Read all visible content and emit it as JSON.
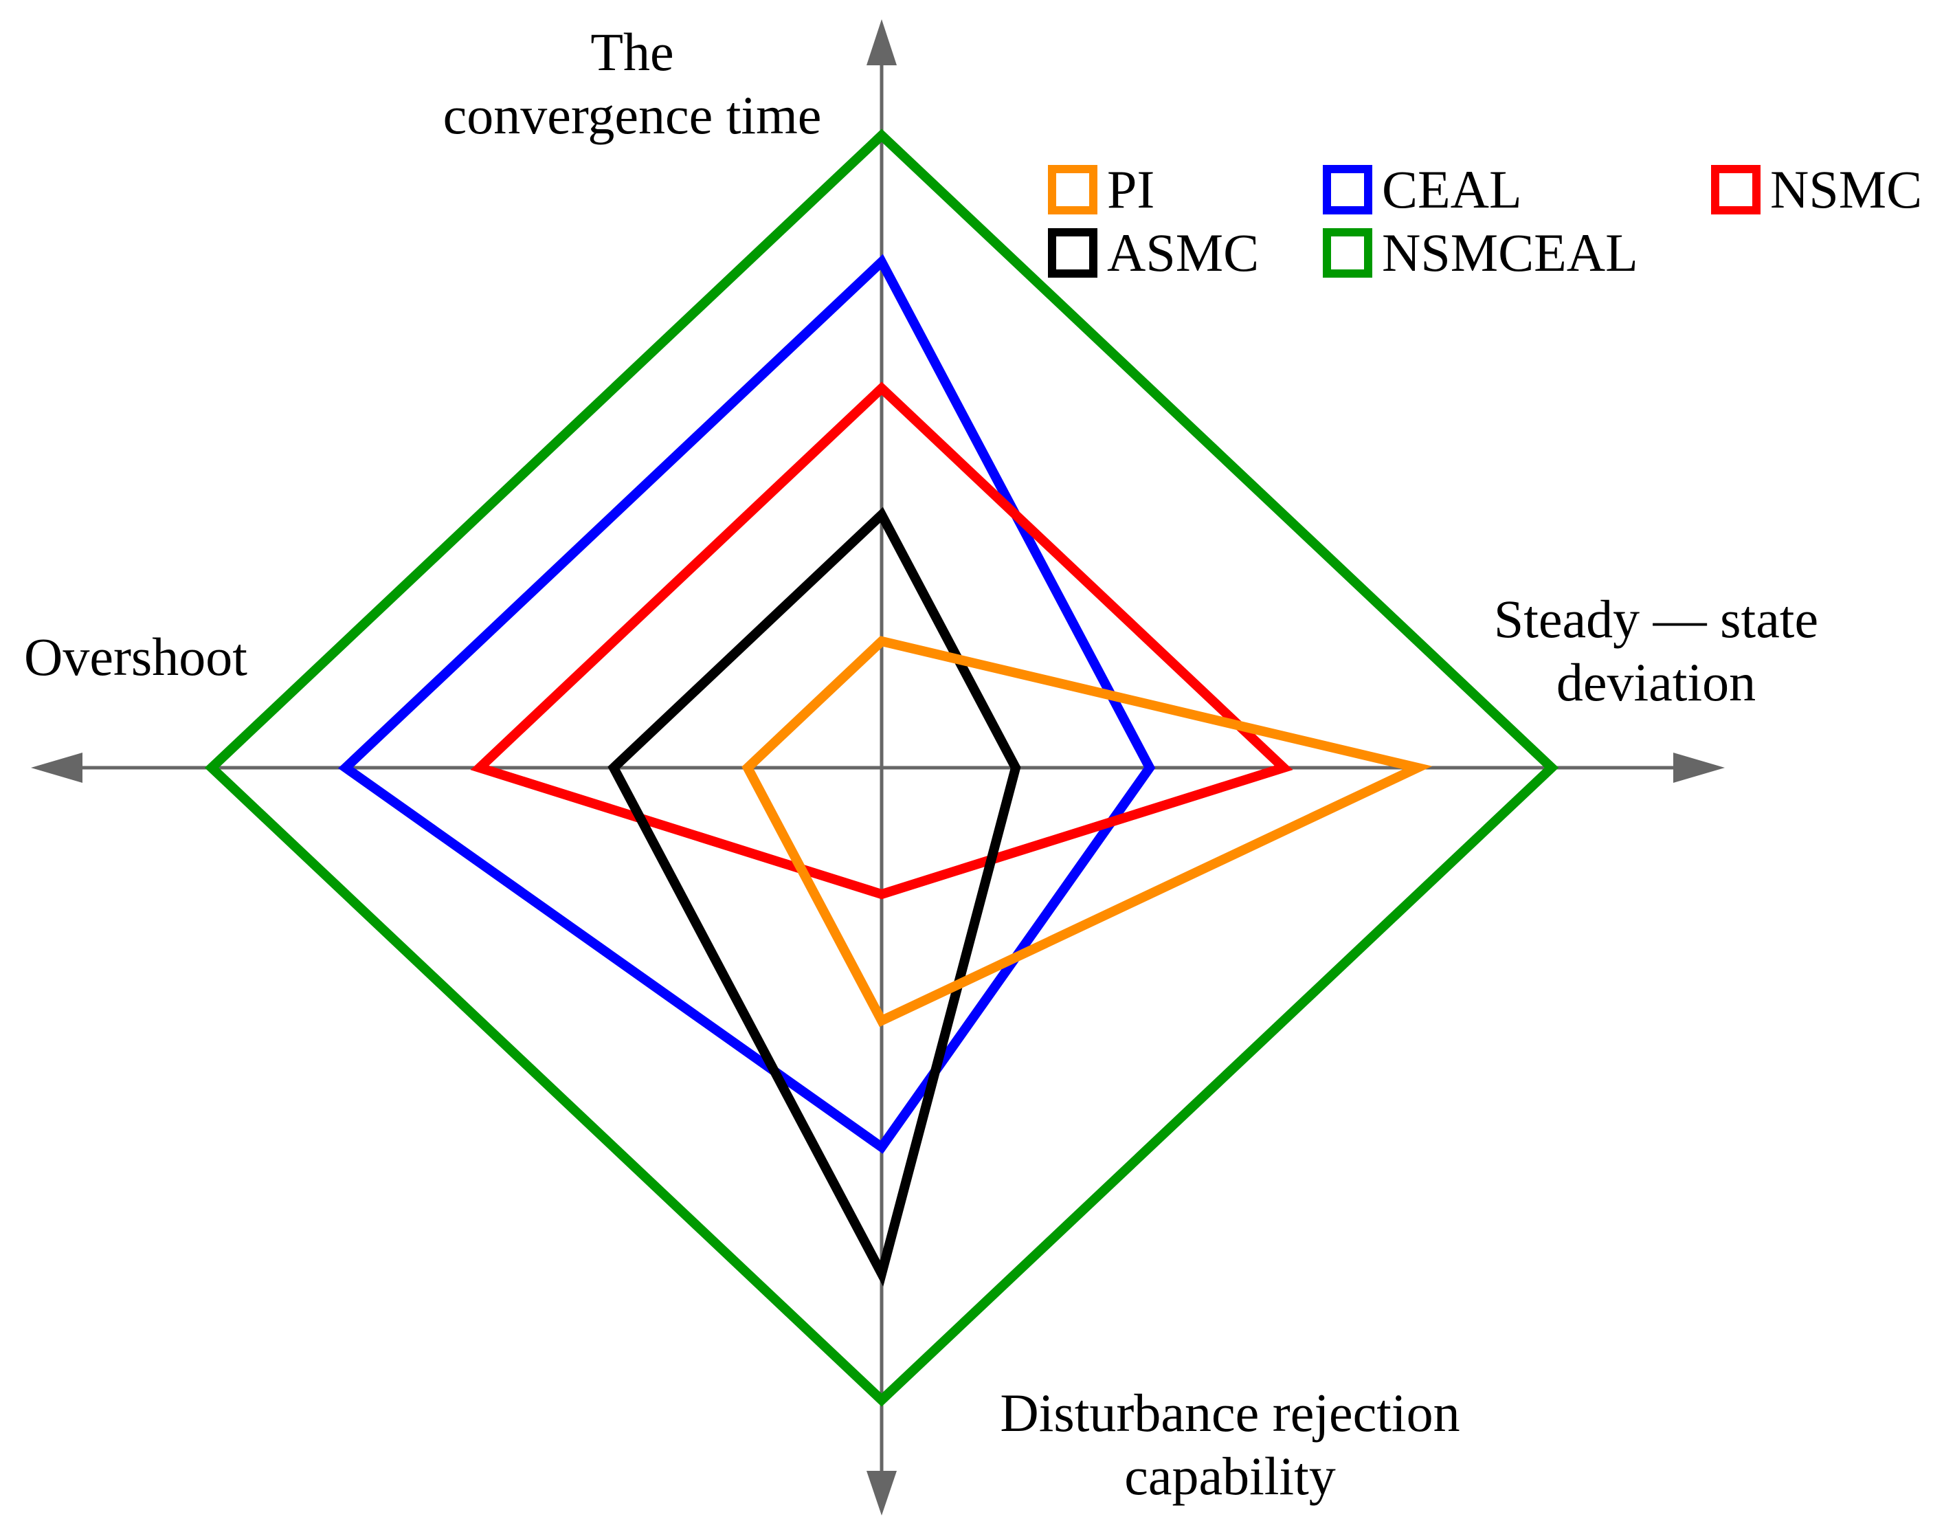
{
  "chart_data": {
    "type": "radar",
    "axes": [
      {
        "key": "convergence",
        "label_lines": [
          "The",
          "convergence time"
        ]
      },
      {
        "key": "steady",
        "label_lines": [
          "Steady — state",
          "deviation"
        ]
      },
      {
        "key": "disturbance",
        "label_lines": [
          "Disturbance rejection",
          "capability"
        ]
      },
      {
        "key": "overshoot",
        "label_lines": [
          "Overshoot"
        ]
      }
    ],
    "max": 5,
    "series": [
      {
        "name": "PI",
        "color": "#ff8c00",
        "values": {
          "convergence": 1,
          "steady": 4,
          "disturbance": 2,
          "overshoot": 1
        }
      },
      {
        "name": "CEAL",
        "color": "#0000ff",
        "values": {
          "convergence": 4,
          "steady": 2,
          "disturbance": 3,
          "overshoot": 4
        }
      },
      {
        "name": "NSMC",
        "color": "#ff0000",
        "values": {
          "convergence": 3,
          "steady": 3,
          "disturbance": 1,
          "overshoot": 3
        }
      },
      {
        "name": "ASMC",
        "color": "#000000",
        "values": {
          "convergence": 2,
          "steady": 1,
          "disturbance": 4,
          "overshoot": 2
        }
      },
      {
        "name": "NSMCEAL",
        "color": "#009900",
        "values": {
          "convergence": 5,
          "steady": 5,
          "disturbance": 5,
          "overshoot": 5
        }
      }
    ],
    "axis_color": "#666666"
  }
}
